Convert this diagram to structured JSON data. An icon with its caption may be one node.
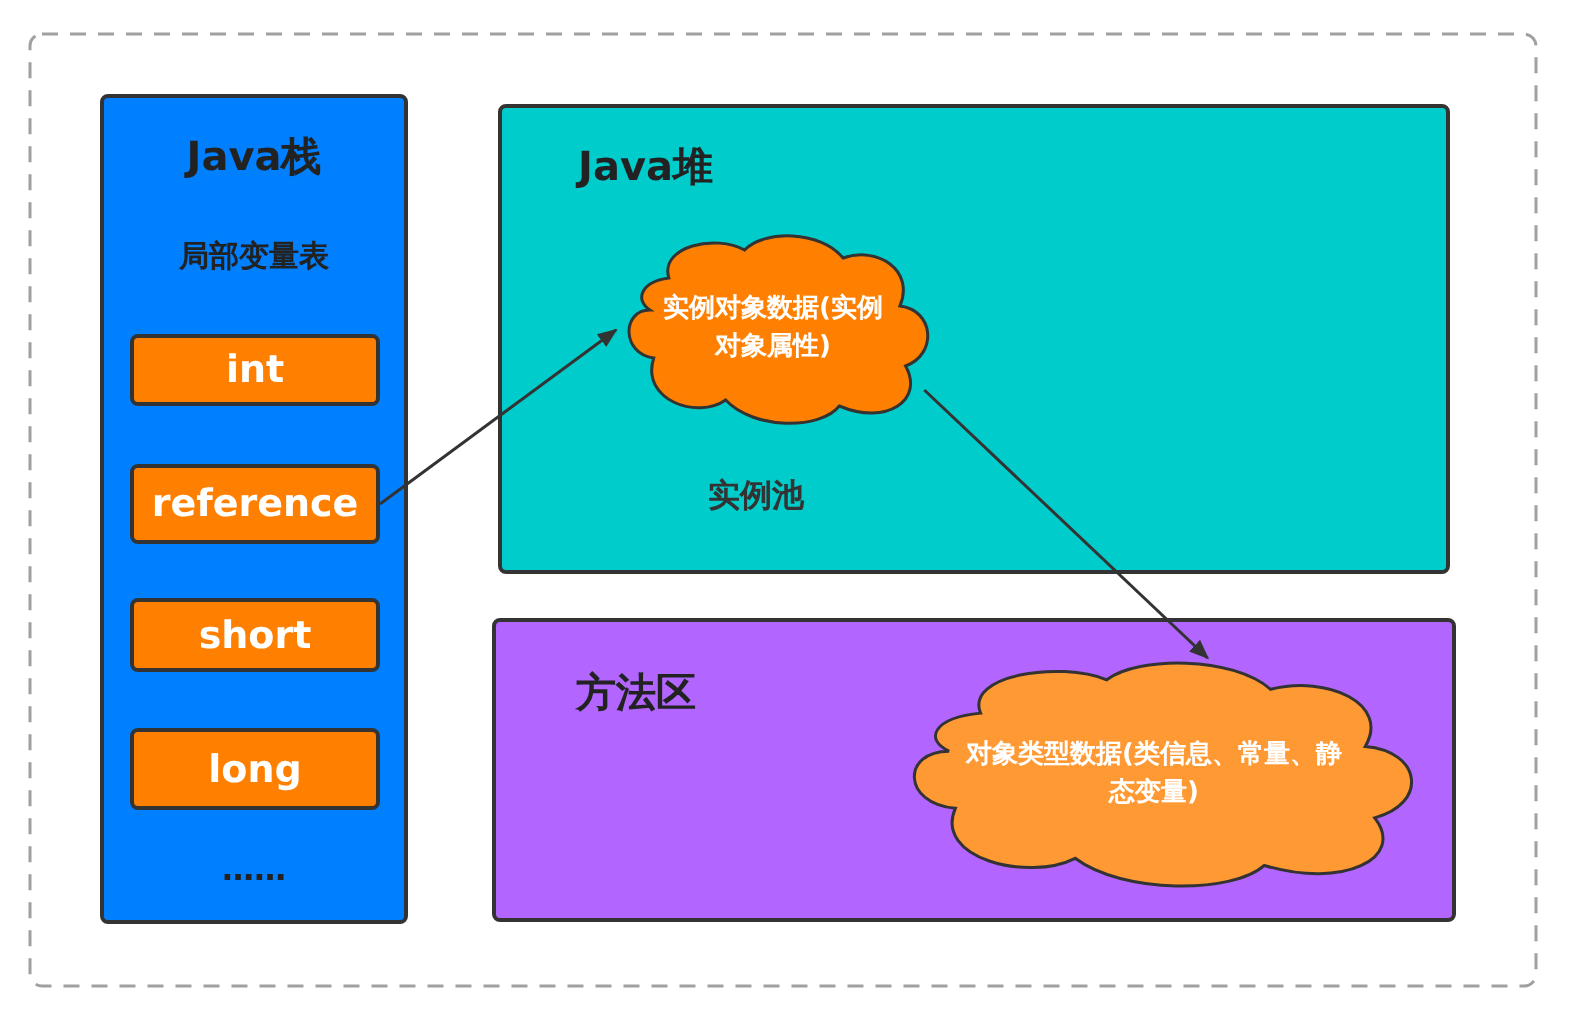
{
  "diagram": {
    "nodes": [
      {
        "text": [
          "Java栈",
          "局部变量表",
          "……"
        ]
      },
      {
        "text": [
          "int"
        ],
        "in": 0
      },
      {
        "text": [
          "reference"
        ],
        "in": 0
      },
      {
        "text": [
          "short"
        ],
        "in": 0
      },
      {
        "text": [
          "long"
        ],
        "in": 0
      },
      {
        "text": [
          "Java堆",
          "实例池"
        ]
      },
      {
        "text": [
          "实例对象数据(实例对象属性)"
        ],
        "in": 5
      },
      {
        "text": [
          "方法区"
        ]
      },
      {
        "text": [
          "对象类型数据(类信息、常量、静态变量)"
        ],
        "in": 7
      }
    ],
    "edges": [
      {
        "from": 2,
        "to": 6,
        "arrow": "to"
      },
      {
        "from": 6,
        "to": 8,
        "arrow": "to"
      }
    ]
  }
}
